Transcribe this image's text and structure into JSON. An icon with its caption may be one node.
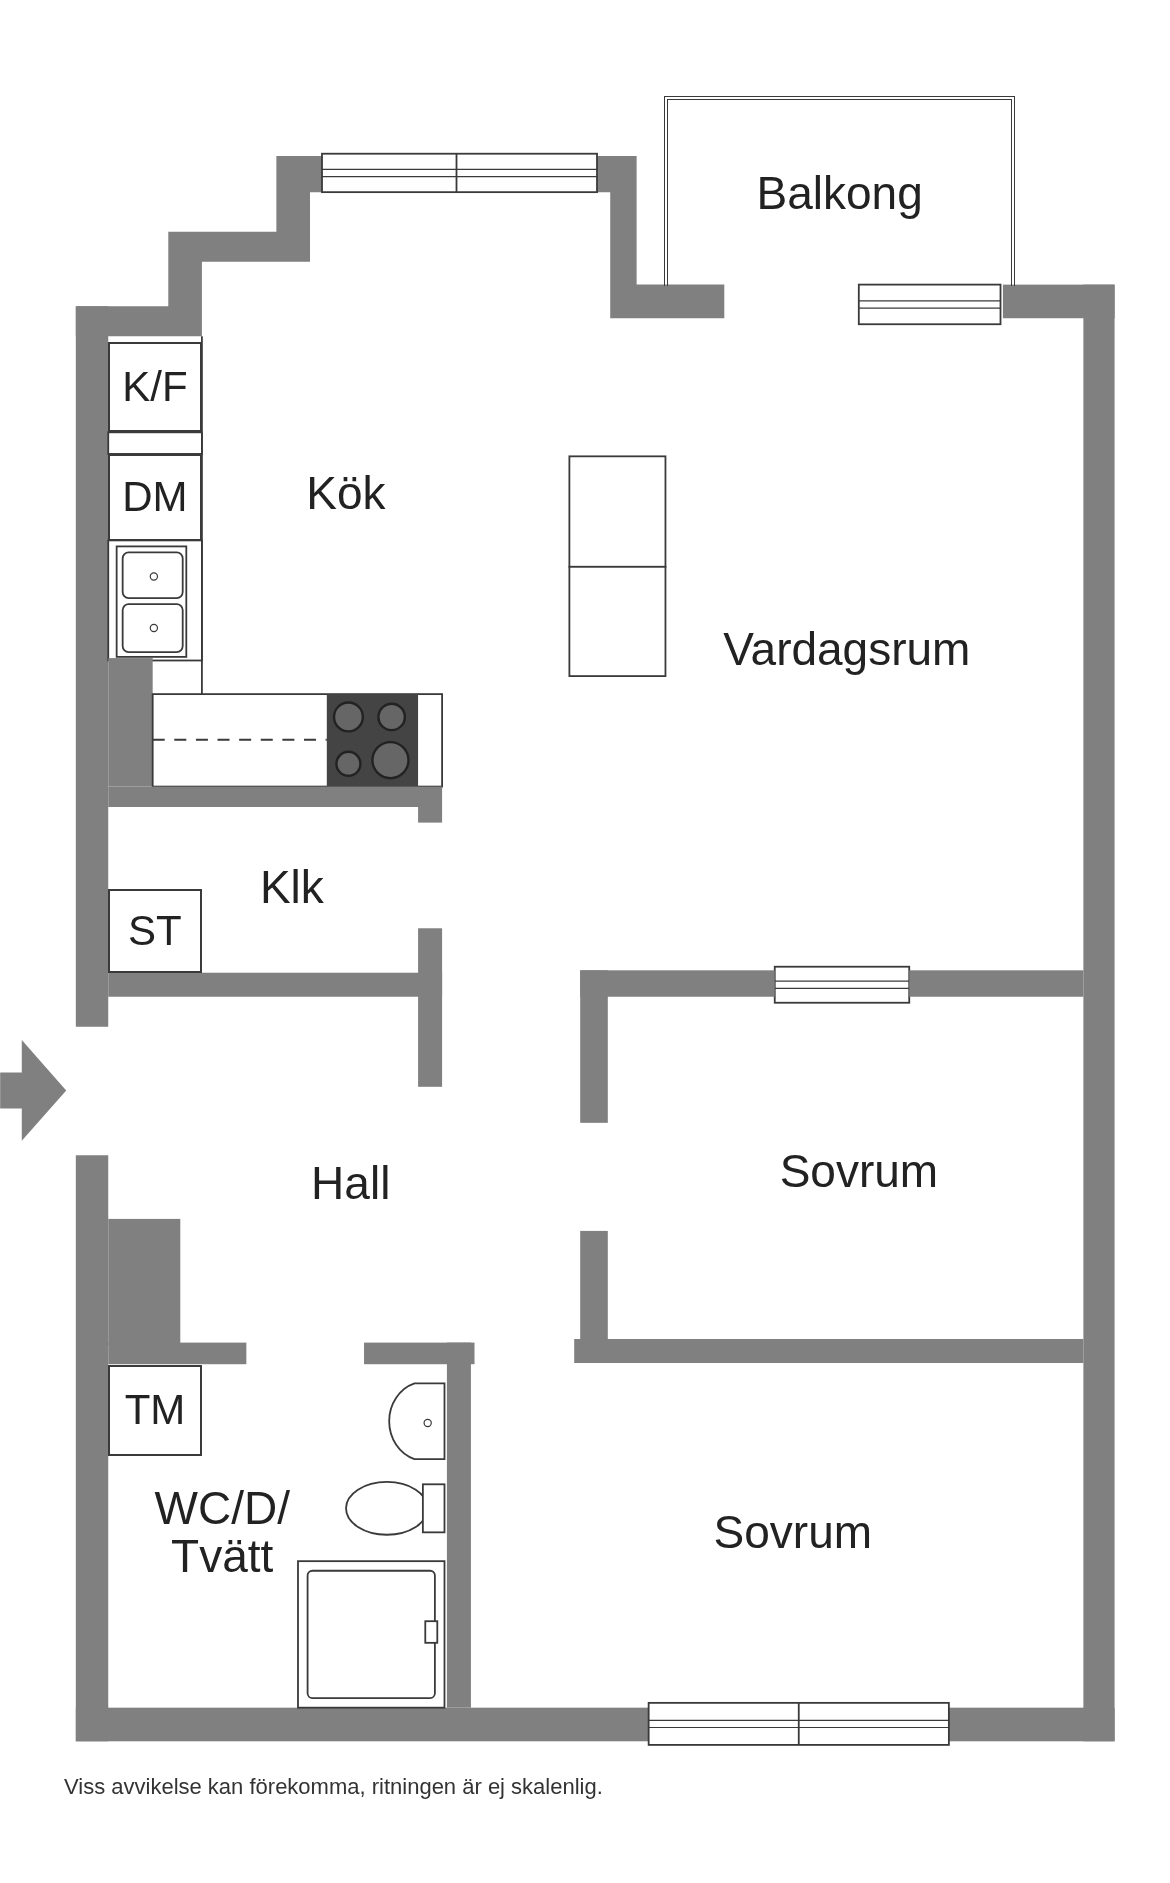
{
  "diagram": {
    "caption": "Viss avvikelse kan förekomma, ritningen är ej skalenlig.",
    "nodes": [
      {
        "text": [
          "Balkong"
        ]
      },
      {
        "text": [
          "K/F"
        ]
      },
      {
        "text": [
          "DM"
        ]
      },
      {
        "text": [
          "ST"
        ]
      },
      {
        "text": [
          "TM"
        ]
      }
    ],
    "labels": [
      "Kök",
      "Vardagsrum",
      "Klk",
      "Hall",
      "Sovrum",
      "Sovrum",
      "WC/D/ Tvätt"
    ]
  }
}
